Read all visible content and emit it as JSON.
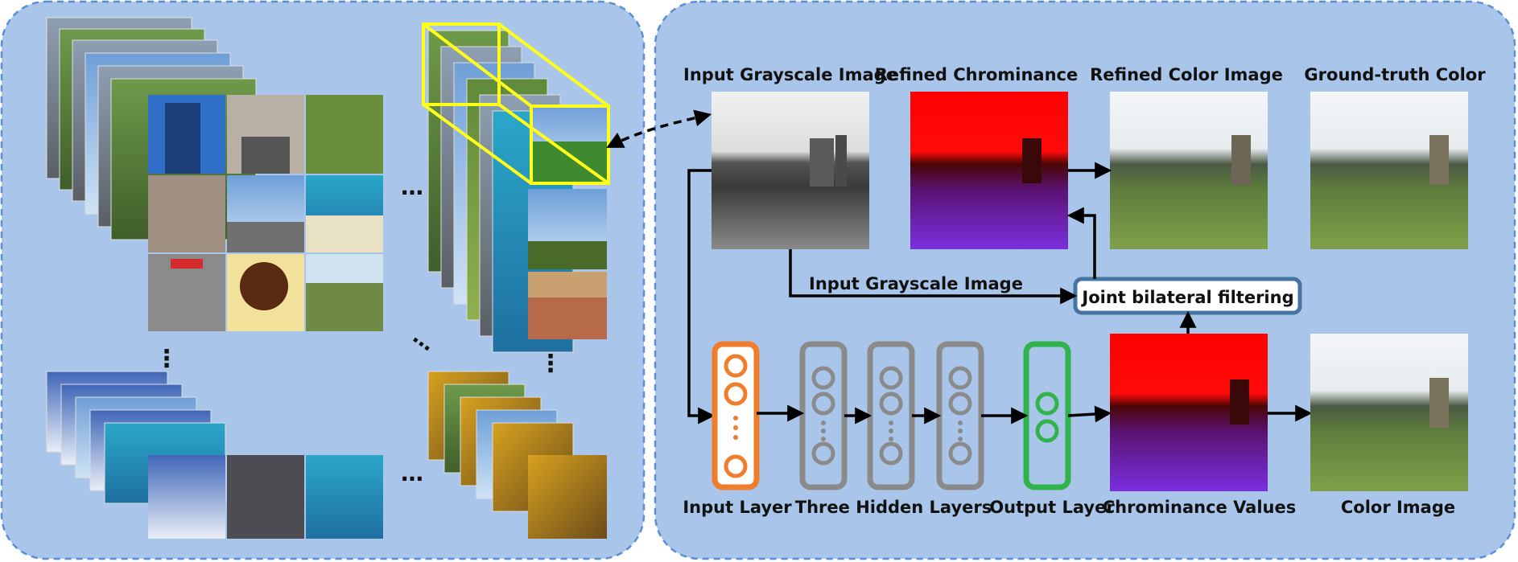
{
  "labels": {
    "input_grayscale_top": "Input Grayscale Image",
    "refined_chrominance": "Refined Chrominance",
    "refined_color_image": "Refined Color Image",
    "ground_truth_color": "Ground-truth Color",
    "input_grayscale_mid": "Input Grayscale Image",
    "joint_bilateral_filtering": "Joint bilateral filtering",
    "input_layer": "Input Layer",
    "three_hidden_layers": "Three Hidden Layers",
    "output_layer": "Output Layer",
    "chrominance_values": "Chrominance Values",
    "color_image": "Color Image",
    "ellipsis": "…",
    "vdots": "⋮"
  },
  "colors": {
    "panel_fill": "#a9c6ea",
    "panel_border": "#5b8ed6",
    "input_layer": "#ef7d2c",
    "hidden_layer": "#8a8a8a",
    "output_layer": "#2fb34a",
    "filter_box_border": "#44749f",
    "highlight_cube": "#ffff1a"
  }
}
